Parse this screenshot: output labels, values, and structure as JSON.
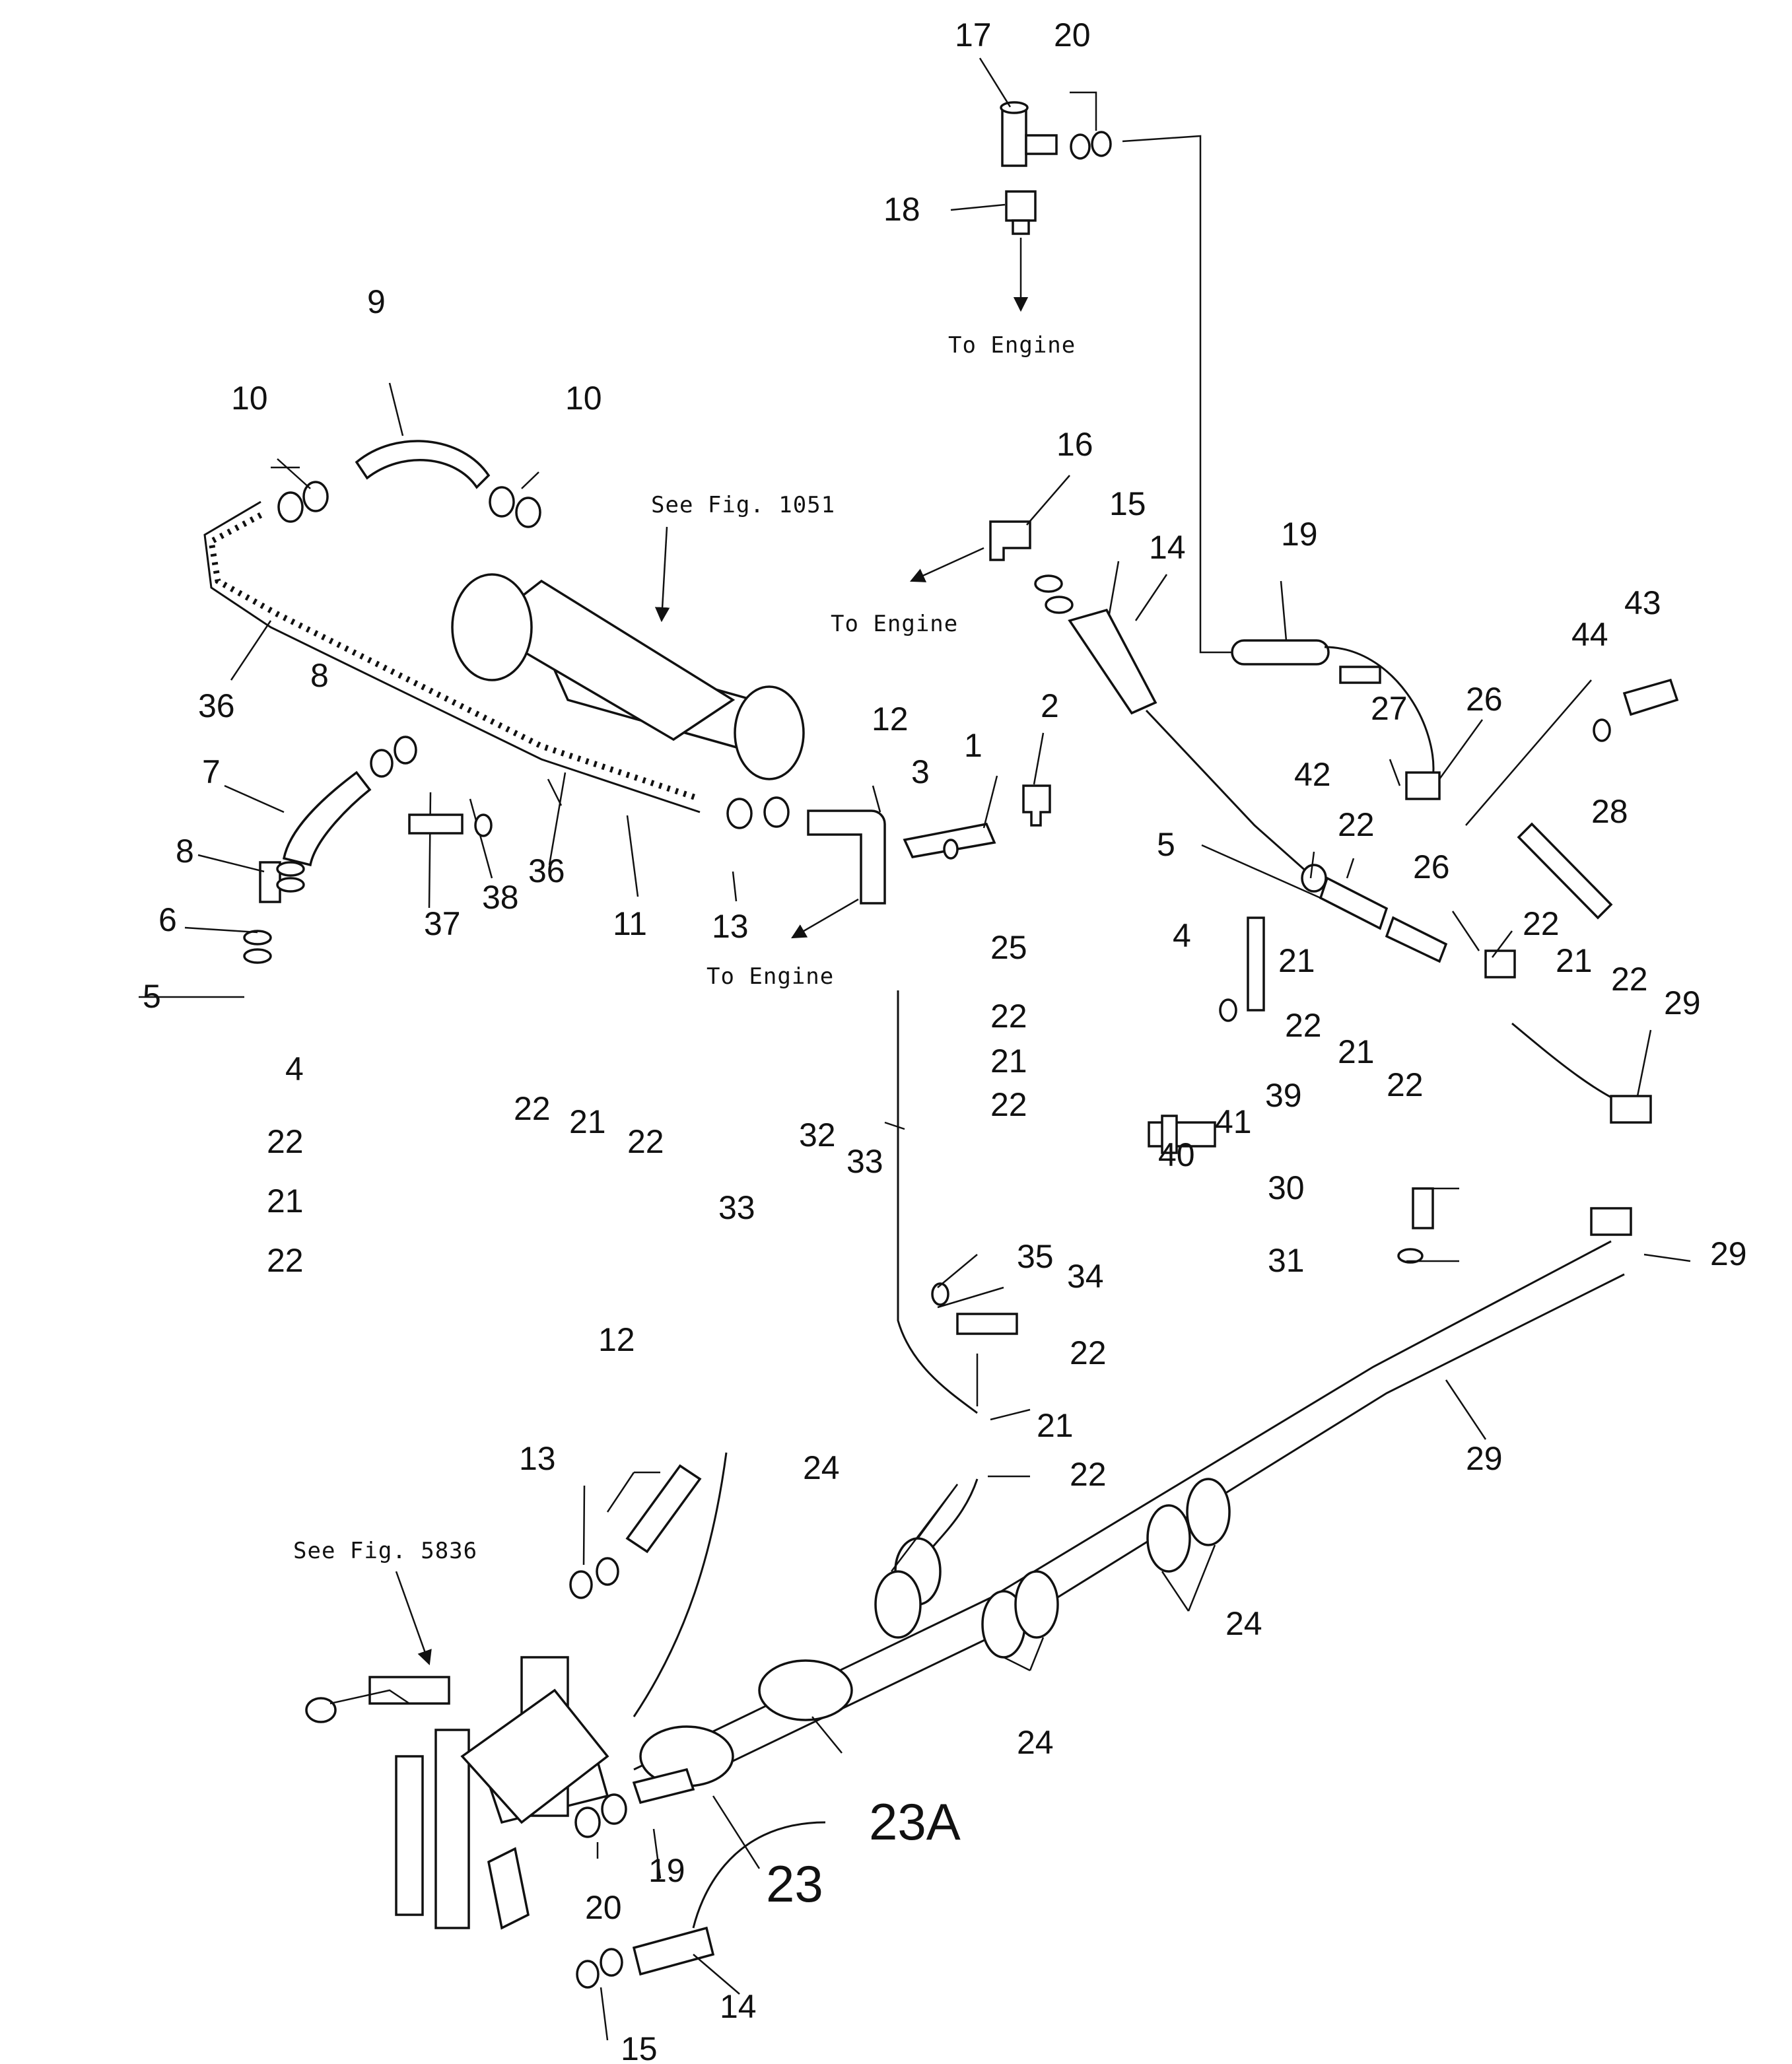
{
  "notes": {
    "see_fig_1051": "See Fig. 1051",
    "see_fig_5836": "See Fig. 5836",
    "to_engine": "To Engine"
  },
  "callouts": {
    "c1": "1",
    "c2": "2",
    "c3": "3",
    "c4": "4",
    "c5": "5",
    "c6": "6",
    "c7": "7",
    "c8": "8",
    "c9": "9",
    "c10": "10",
    "c11": "11",
    "c12": "12",
    "c13": "13",
    "c14": "14",
    "c15": "15",
    "c16": "16",
    "c17": "17",
    "c18": "18",
    "c19": "19",
    "c20": "20",
    "c21": "21",
    "c22": "22",
    "c23": "23",
    "c23a": "23A",
    "c24": "24",
    "c25": "25",
    "c26": "26",
    "c27": "27",
    "c28": "28",
    "c29": "29",
    "c30": "30",
    "c31": "31",
    "c32": "32",
    "c33": "33",
    "c34": "34",
    "c35": "35",
    "c36": "36",
    "c37": "37",
    "c38": "38",
    "c39": "39",
    "c40": "40",
    "c41": "41",
    "c42": "42",
    "c43": "43",
    "c44": "44"
  },
  "icons": {
    "arrow": "arrow-icon",
    "hose_clamp": "hose-clamp-icon",
    "valve": "valve-icon",
    "heater": "heater-icon",
    "clip": "clip-icon",
    "grommet": "grommet-icon",
    "bolt": "bolt-icon",
    "washer": "washer-icon"
  },
  "colors": {
    "ink": "#111111",
    "paper": "#ffffff"
  }
}
